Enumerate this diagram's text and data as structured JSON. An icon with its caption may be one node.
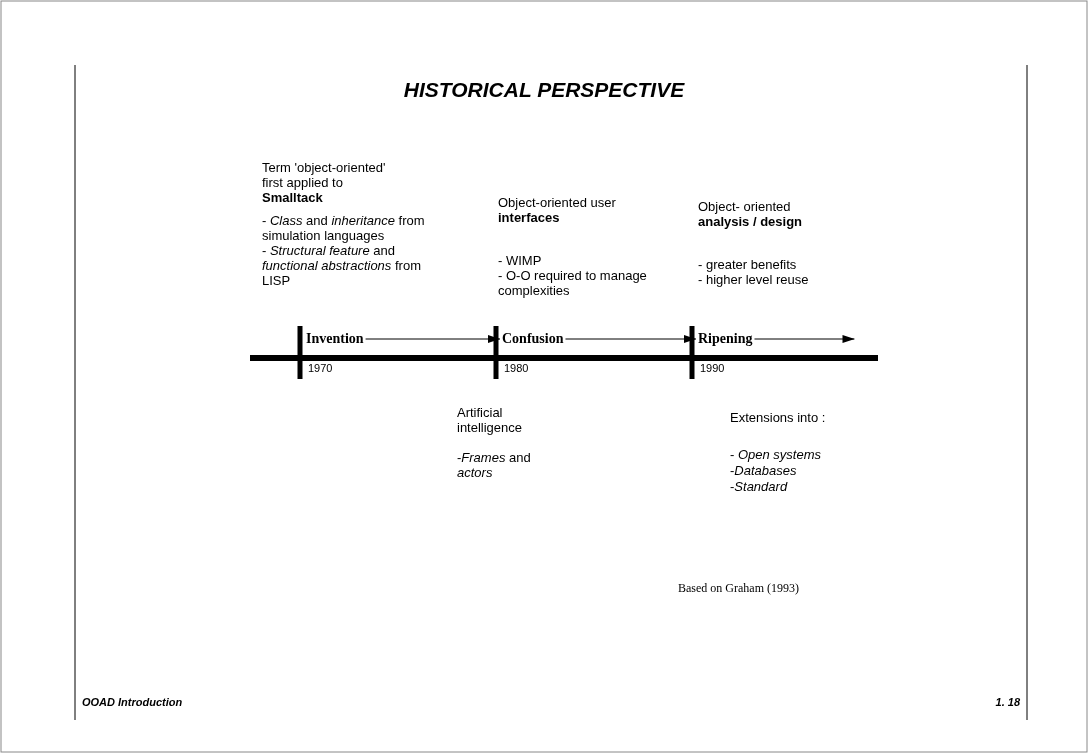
{
  "diagram": {
    "title": "HISTORICAL PERSPECTIVE",
    "nodes": [
      {
        "text": [
          "Invention"
        ]
      },
      {
        "text": [
          "Confusion"
        ]
      },
      {
        "text": [
          "Ripening"
        ]
      }
    ],
    "edges": [
      {
        "from": 0,
        "to": 1,
        "arrow": "to"
      },
      {
        "from": 1,
        "to": 2,
        "arrow": "to"
      },
      {
        "from": 2,
        "to": null,
        "arrow": "to"
      }
    ],
    "labels": [
      "Term 'object-oriented' first applied to **Smalltack**",
      "- *Class* and *inheritance* from simulation languages",
      "- *Structural feature* and *functional abstractions* from LISP",
      "Object-oriented user **interfaces**",
      "- WIMP",
      "- O-O required to manage complexities",
      "Object- oriented **analysis / design**",
      "- greater benefits",
      "- higher level reuse",
      "1970",
      "1980",
      "1990",
      "Artificial intelligence",
      "-*Frames* and *actors*",
      "Extensions into :",
      "- *Open systems*",
      "-*Databases*",
      "-*Standard*",
      "Based on Graham (1993)",
      "OOAD Introduction",
      "1. 18"
    ]
  }
}
